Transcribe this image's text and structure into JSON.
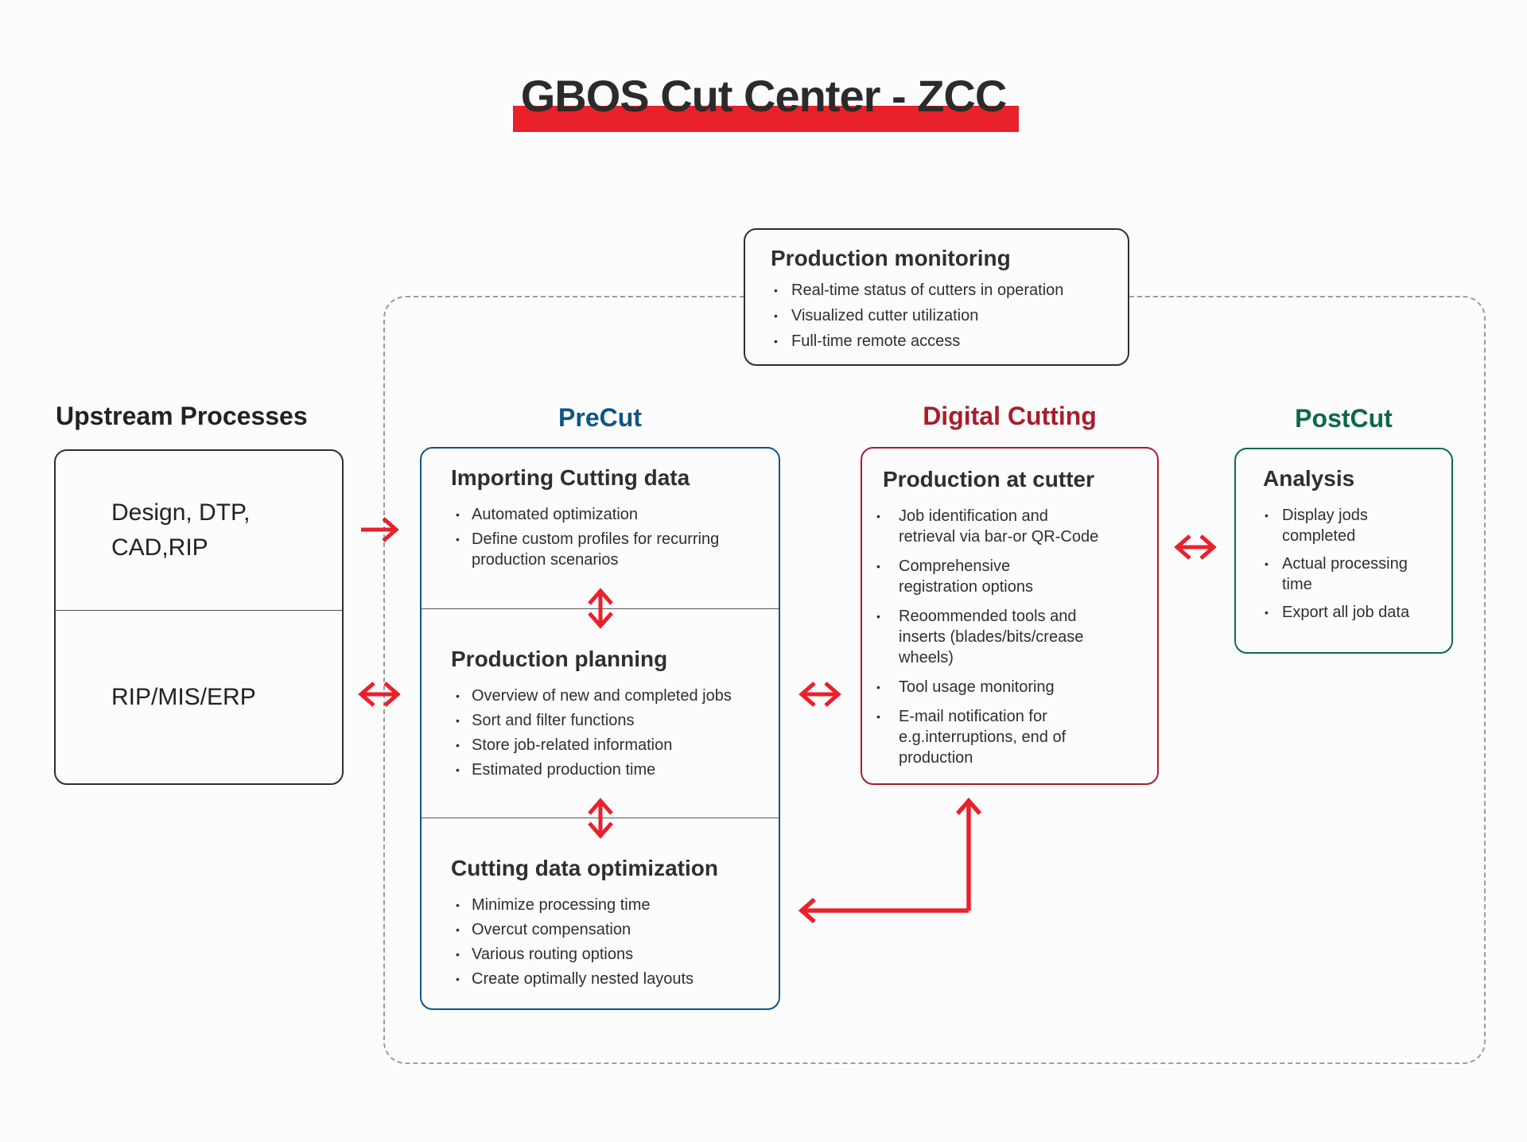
{
  "colors": {
    "accent_red": "#E8212B",
    "dark_red": "#A81E2D",
    "blue": "#0F5588",
    "green": "#0B6A43",
    "text": "#2F2F2F",
    "border_dark": "#2F2F2F",
    "dashed_border": "#9C9C9C",
    "divider": "#555555",
    "background": "#FCFCFC"
  },
  "title": "GBOS Cut Center - ZCC",
  "production_monitoring": {
    "title": "Production monitoring",
    "bullets": [
      "Real-time status of cutters in operation",
      "Visualized cutter utilization",
      "Full-time remote access"
    ]
  },
  "upstream": {
    "heading": "Upstream Processes",
    "cells": [
      "Design, DTP,\nCAD,RIP",
      "RIP/MIS/ERP"
    ]
  },
  "precut": {
    "heading": "PreCut",
    "sections": [
      {
        "title": "Importing Cutting data",
        "bullets": [
          "Automated optimization",
          "Define custom profiles for recurring\nproduction scenarios"
        ]
      },
      {
        "title": "Production planning",
        "bullets": [
          "Overview of new and completed jobs",
          "Sort and filter functions",
          "Store job-related information",
          "Estimated production time"
        ]
      },
      {
        "title": "Cutting data optimization",
        "bullets": [
          "Minimize processing time",
          "Overcut compensation",
          "Various routing options",
          "Create optimally nested layouts"
        ]
      }
    ]
  },
  "digital_cutting": {
    "heading": "Digital Cutting",
    "title": "Production at cutter",
    "bullets": [
      "Job identification and\nretrieval via bar-or QR-Code",
      "Comprehensive\nregistration options",
      "Reoommended tools and\ninserts (blades/bits/crease\nwheels)",
      "Tool usage monitoring",
      "E-mail notification for\ne.g.interruptions, end of\nproduction"
    ]
  },
  "postcut": {
    "heading": "PostCut",
    "title": "Analysis",
    "bullets": [
      "Display jods\ncompleted",
      "Actual processing\ntime",
      "Export all job data"
    ]
  }
}
